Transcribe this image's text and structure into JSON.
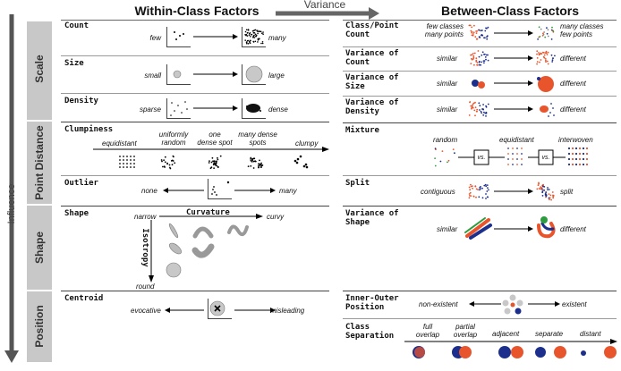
{
  "headers": {
    "within": "Within-Class Factors",
    "variance": "Variance",
    "between": "Between-Class Factors",
    "influence": "Influence"
  },
  "dimensions": [
    "Scale",
    "Point Distance",
    "Shape",
    "Position"
  ],
  "within": {
    "count": {
      "title": "Count",
      "left": "few",
      "right": "many"
    },
    "size": {
      "title": "Size",
      "left": "small",
      "right": "large"
    },
    "density": {
      "title": "Density",
      "left": "sparse",
      "right": "dense"
    },
    "clumpiness": {
      "title": "Clumpiness",
      "l1": "equidistant",
      "l2a": "uniformly",
      "l2b": "random",
      "l3a": "one",
      "l3b": "dense spot",
      "l4a": "many dense",
      "l4b": "spots",
      "l5": "clumpy"
    },
    "outlier": {
      "title": "Outlier",
      "left": "none",
      "right": "many"
    },
    "shape": {
      "title": "Shape",
      "narrow": "narrow",
      "curvature": "Curvature",
      "curvy": "curvy",
      "isotropy": "Isotropy",
      "round": "round"
    },
    "centroid": {
      "title": "Centroid",
      "left": "evocative",
      "right": "misleading"
    }
  },
  "between": {
    "class_point_count": {
      "title1": "Class/Point",
      "title2": "Count",
      "l1": "few classes",
      "l2": "many points",
      "r1": "many classes",
      "r2": "few points"
    },
    "variance_count": {
      "title1": "Variance of",
      "title2": "Count",
      "left": "similar",
      "right": "different"
    },
    "variance_size": {
      "title1": "Variance of",
      "title2": "Size",
      "left": "similar",
      "right": "different"
    },
    "variance_density": {
      "title1": "Variance of",
      "title2": "Density",
      "left": "similar",
      "right": "different"
    },
    "mixture": {
      "title": "Mixture",
      "random": "random",
      "equidistant": "equidistant",
      "interwoven": "interwoven",
      "vs": "vs."
    },
    "split": {
      "title": "Split",
      "left": "contiguous",
      "right": "split"
    },
    "variance_shape": {
      "title1": "Variance of",
      "title2": "Shape",
      "left": "similar",
      "right": "different"
    },
    "inner_outer": {
      "title1": "Inner-Outer",
      "title2": "Position",
      "left": "non-existent",
      "right": "existent"
    },
    "class_separation": {
      "title1": "Class",
      "title2": "Separation",
      "full1": "full",
      "full2": "overlap",
      "partial1": "partial",
      "partial2": "overlap",
      "adjacent": "adjacent",
      "separate": "separate",
      "distant": "distant"
    }
  },
  "colors": {
    "red": "#e8552c",
    "blue": "#1c2f8c",
    "gray": "#c8c8c8",
    "green": "#2e9b3e"
  }
}
